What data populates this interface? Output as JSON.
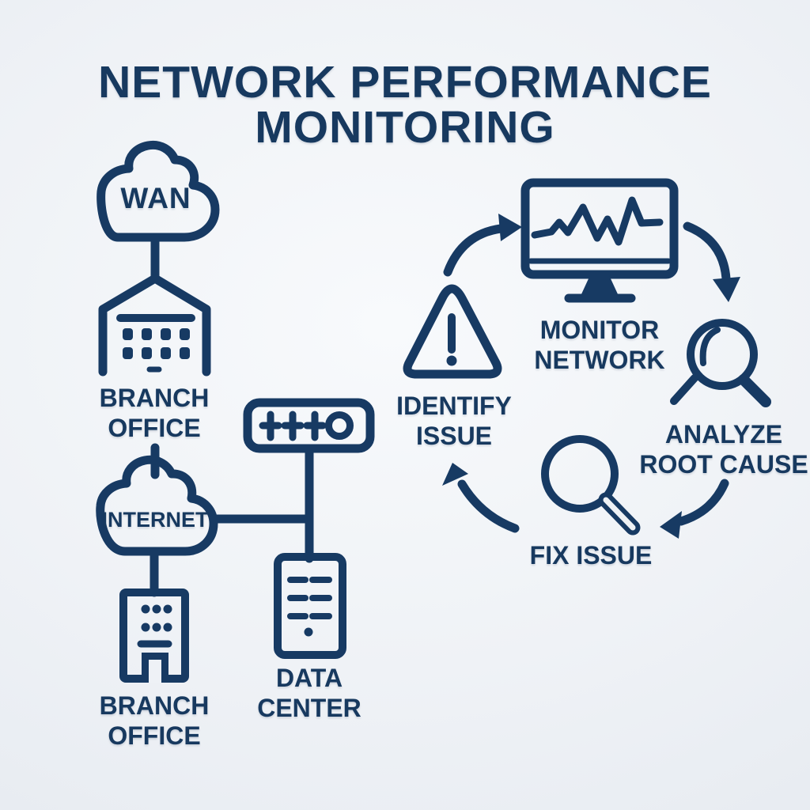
{
  "title": {
    "lines": [
      "NETWORK PERFORMANCE",
      "MONITORING"
    ]
  },
  "colors": {
    "ink": "#173a63",
    "text": "#17395f",
    "background_center": "#f8fafc",
    "background_edge": "#e2e7ee"
  },
  "topology": {
    "wan": {
      "label": "WAN",
      "icon": "cloud-icon"
    },
    "branch_office_top": {
      "lines": [
        "BRANCH",
        "OFFICE"
      ],
      "icon": "office-building-icon"
    },
    "internet": {
      "label": "INTERNET",
      "icon": "cloud-icon"
    },
    "router": {
      "icon": "router-icon"
    },
    "data_center": {
      "lines": [
        "DATA",
        "CENTER"
      ],
      "icon": "server-icon"
    },
    "branch_office_bottom": {
      "lines": [
        "BRANCH",
        "OFFICE"
      ],
      "icon": "office-building-icon"
    }
  },
  "workflow": {
    "monitor_network": {
      "lines": [
        "MONITOR",
        "NETWORK"
      ],
      "icon": "monitor-graph-icon"
    },
    "analyze_root_cause": {
      "lines": [
        "ANALYZE",
        "ROOT CAUSE"
      ],
      "icon": "magnifier-icon"
    },
    "fix_issue": {
      "label": "FIX ISSUE",
      "icon": "magnifier-icon"
    },
    "identify_issue": {
      "lines": [
        "IDENTIFY",
        "ISSUE"
      ],
      "icon": "warning-triangle-icon"
    }
  }
}
